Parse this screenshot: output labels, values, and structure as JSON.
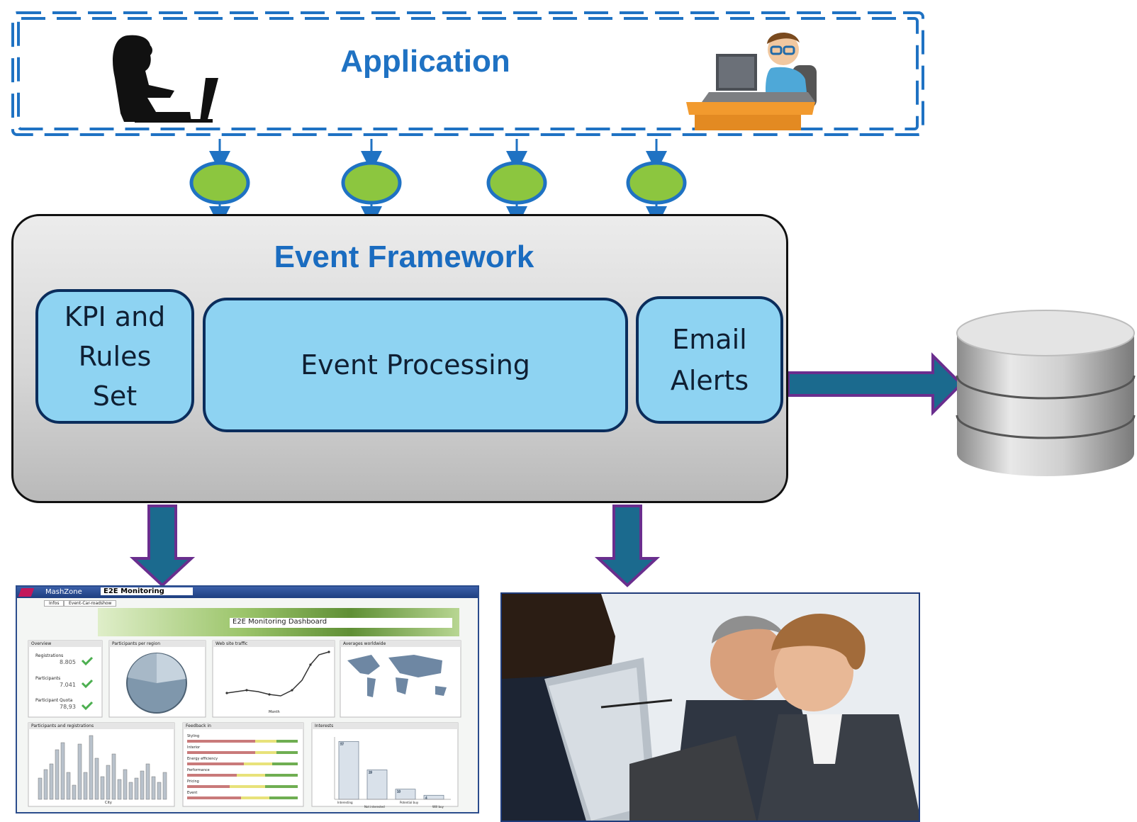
{
  "application": {
    "title": "Application"
  },
  "framework": {
    "title": "Event Framework"
  },
  "modules": {
    "kpi": "KPI and\nRules\nSet",
    "processing": "Event Processing",
    "email": "Email\nAlerts"
  },
  "dashboard": {
    "app_name": "MashZone",
    "tab_title": "E2E Monitoring",
    "tabs": [
      "Infos",
      "Event-Car-roadshow"
    ],
    "banner": "E2E Monitoring Dashboard",
    "panels": {
      "overview": {
        "title": "Overview",
        "rows": [
          {
            "label": "Registrations",
            "value": "8.805"
          },
          {
            "label": "Participants",
            "value": "7.041"
          },
          {
            "label": "Participant Quota",
            "value": "78,93"
          }
        ]
      },
      "regions": {
        "title": "Participants per region"
      },
      "traffic": {
        "title": "Web site traffic",
        "xlabel": "Month"
      },
      "averages": {
        "title": "Averages worldwide"
      },
      "registrations": {
        "title": "Participants and registrations",
        "xlabel": "City"
      },
      "feedback": {
        "title": "Feedback in",
        "items": [
          "Styling",
          "Interior",
          "Energy efficiency",
          "Performance",
          "Pricing",
          "Event"
        ]
      },
      "interests": {
        "title": "Interests",
        "categories": [
          "Interesting",
          "Not interested",
          "Potential buy",
          "Will buy"
        ],
        "values": [
          57,
          29,
          10,
          4
        ]
      }
    }
  }
}
